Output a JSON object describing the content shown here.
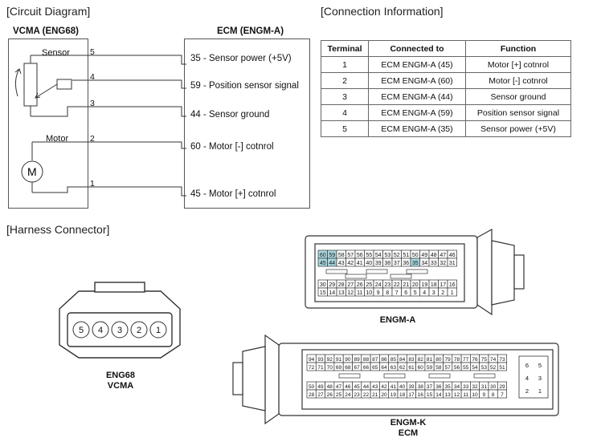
{
  "sections": {
    "circuit": "[Circuit Diagram]",
    "connection": "[Connection Information]",
    "harness": "[Harness Connector]"
  },
  "circuit": {
    "left_box_title": "VCMA (ENG68)",
    "right_box_title": "ECM (ENGM-A)",
    "sensor_label": "Sensor",
    "motor_label": "Motor",
    "motor_symbol": "M",
    "pins": [
      "5",
      "4",
      "3",
      "2",
      "1"
    ],
    "targets": [
      "35 - Sensor power (+5V)",
      "59 - Position sensor signal",
      "44 - Sensor ground",
      "60 - Motor [-] cotnrol",
      "45 - Motor [+] cotnrol"
    ]
  },
  "table": {
    "headers": [
      "Terminal",
      "Connected to",
      "Function"
    ],
    "rows": [
      [
        "1",
        "ECM ENGM-A (45)",
        "Motor [+] cotnrol"
      ],
      [
        "2",
        "ECM ENGM-A (60)",
        "Motor [-] cotnrol"
      ],
      [
        "3",
        "ECM ENGM-A (44)",
        "Sensor ground"
      ],
      [
        "4",
        "ECM ENGM-A (59)",
        "Position sensor signal"
      ],
      [
        "5",
        "ECM ENGM-A (35)",
        "Sensor power (+5V)"
      ]
    ]
  },
  "connectors": {
    "eng68": {
      "pins": [
        "5",
        "4",
        "3",
        "2",
        "1"
      ],
      "name": "ENG68",
      "sub": "VCMA"
    },
    "engm_a": {
      "name": "ENGM-A",
      "row1": [
        "60",
        "59",
        "58",
        "57",
        "56",
        "55",
        "54",
        "53",
        "52",
        "51",
        "50",
        "49",
        "48",
        "47",
        "46"
      ],
      "row2": [
        "45",
        "44",
        "43",
        "42",
        "41",
        "40",
        "39",
        "38",
        "37",
        "36",
        "35",
        "34",
        "33",
        "32",
        "31"
      ],
      "row3": [
        "30",
        "29",
        "28",
        "27",
        "26",
        "25",
        "24",
        "23",
        "22",
        "21",
        "20",
        "19",
        "18",
        "17",
        "16"
      ],
      "row4": [
        "15",
        "14",
        "13",
        "12",
        "11",
        "10",
        "9",
        "8",
        "7",
        "6",
        "5",
        "4",
        "3",
        "2",
        "1"
      ],
      "highlight": [
        "60",
        "59",
        "45",
        "44",
        "35"
      ],
      "highlight_color": "#a8d8e0"
    },
    "engm_k": {
      "name": "ENGM-K",
      "sub": "ECM",
      "row1": [
        "94",
        "93",
        "92",
        "91",
        "90",
        "89",
        "88",
        "87",
        "86",
        "85",
        "84",
        "83",
        "82",
        "81",
        "80",
        "79",
        "78",
        "77",
        "76",
        "75",
        "74",
        "73"
      ],
      "row2": [
        "72",
        "71",
        "70",
        "69",
        "68",
        "67",
        "66",
        "65",
        "64",
        "63",
        "62",
        "61",
        "60",
        "59",
        "58",
        "57",
        "56",
        "55",
        "54",
        "53",
        "52",
        "51"
      ],
      "row3": [
        "50",
        "49",
        "48",
        "47",
        "46",
        "45",
        "44",
        "43",
        "42",
        "41",
        "40",
        "39",
        "38",
        "37",
        "36",
        "35",
        "34",
        "33",
        "32",
        "31",
        "30",
        "29"
      ],
      "row4": [
        "28",
        "27",
        "26",
        "25",
        "24",
        "23",
        "22",
        "21",
        "20",
        "19",
        "18",
        "17",
        "16",
        "15",
        "14",
        "13",
        "12",
        "11",
        "10",
        "9",
        "8",
        "7"
      ],
      "side": [
        [
          "6",
          "5"
        ],
        [
          "4",
          "3"
        ],
        [
          "2",
          "1"
        ]
      ]
    }
  }
}
